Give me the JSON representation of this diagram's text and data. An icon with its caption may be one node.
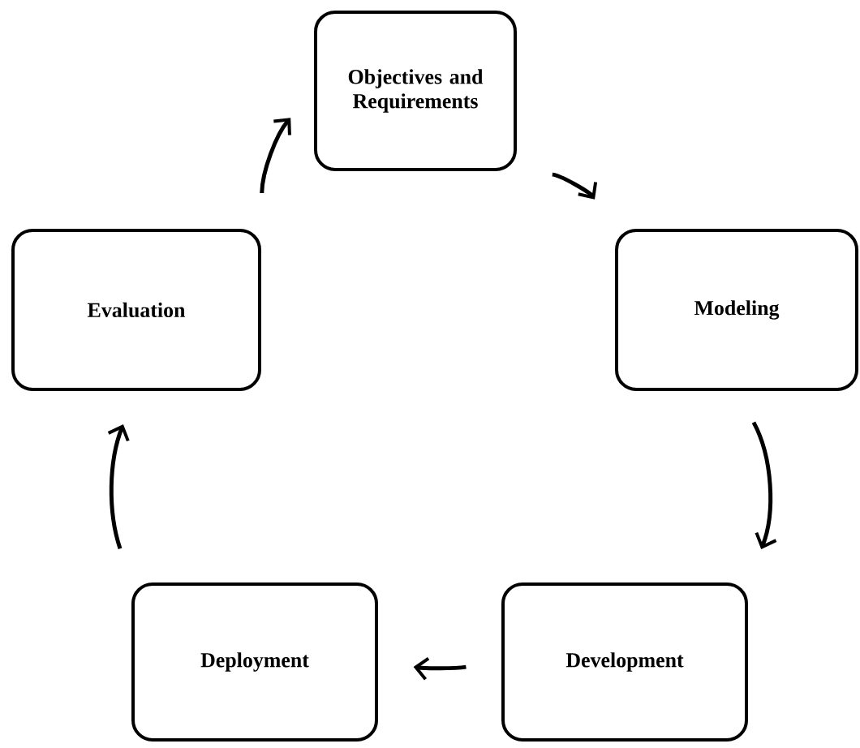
{
  "diagram": {
    "nodes": [
      {
        "text": [
          "Objectives and Requirements"
        ]
      },
      {
        "text": [
          "Modeling"
        ]
      },
      {
        "text": [
          "Development"
        ]
      },
      {
        "text": [
          "Deployment"
        ]
      },
      {
        "text": [
          "Evaluation"
        ]
      }
    ],
    "edges": [
      {
        "from": 0,
        "to": 1,
        "arrow": "to"
      },
      {
        "from": 1,
        "to": 2,
        "arrow": "to"
      },
      {
        "from": 2,
        "to": 3,
        "arrow": "to"
      },
      {
        "from": 3,
        "to": 4,
        "arrow": "to"
      },
      {
        "from": 4,
        "to": 0,
        "arrow": "to"
      }
    ]
  }
}
